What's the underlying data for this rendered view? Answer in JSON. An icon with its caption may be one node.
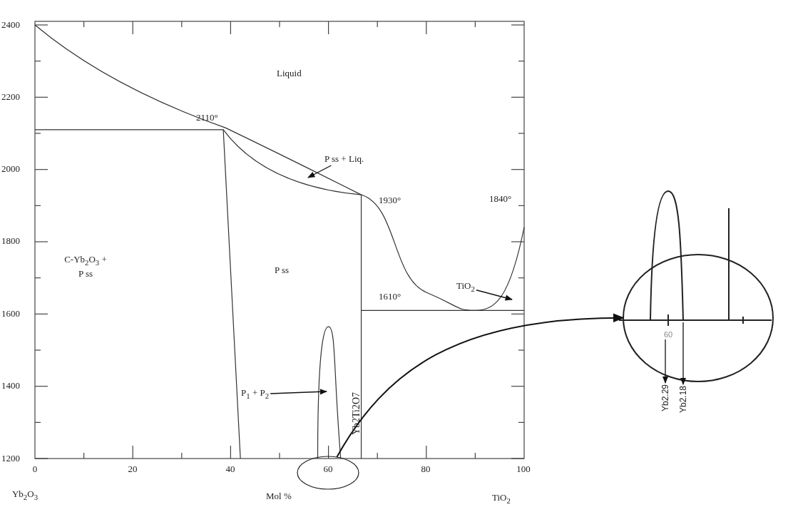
{
  "diagram": {
    "nodes": [
      {
        "text": [],
        "shape": "ellipse"
      },
      {
        "text": [],
        "shape": "ellipse"
      },
      {
        "text": [
          "P ss + Liq."
        ]
      },
      {
        "text": [
          "TiO$_{2}$"
        ]
      },
      {
        "text": [
          "P$_{1}$ + P$_{2}$"
        ]
      },
      {
        "text": [
          "Yb2.29"
        ]
      },
      {
        "text": [
          "Yb2.18"
        ]
      }
    ],
    "edges": [
      {
        "from": 0,
        "to": 1,
        "arrow": "to"
      },
      {
        "from": 2,
        "to": null,
        "arrow": "to"
      },
      {
        "from": 3,
        "to": null,
        "arrow": "to"
      },
      {
        "from": 4,
        "to": null,
        "arrow": "to"
      },
      {
        "from": 1,
        "to": 5,
        "arrow": "to"
      },
      {
        "from": 1,
        "to": 6,
        "arrow": "to"
      }
    ],
    "labels": [
      "2400",
      "2200",
      "2000",
      "1800",
      "1600",
      "1400",
      "1200",
      "Liquid",
      "2110°",
      "1930°",
      "1840°",
      "C-Yb$_{2}$O$_{3}$ + P ss",
      "P ss",
      "1610°",
      "Yb2Ti2O7",
      "0",
      "20",
      "40",
      "60",
      "80",
      "100",
      "Yb$_{2}$O$_{3}$",
      "Mol %",
      "TiO$_{2}$",
      "60"
    ]
  }
}
